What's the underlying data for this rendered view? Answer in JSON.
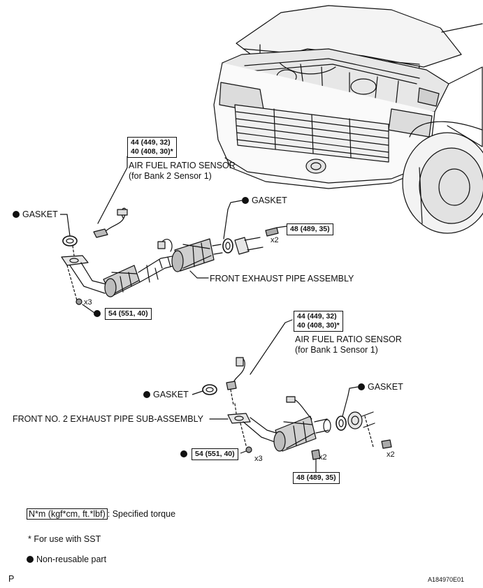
{
  "labels": {
    "af_sensor_bank2_line1": "AIR FUEL RATIO SENSOR",
    "af_sensor_bank2_line2": "(for Bank 2 Sensor 1)",
    "af_sensor_bank1_line1": "AIR FUEL RATIO SENSOR",
    "af_sensor_bank1_line2": "(for Bank 1 Sensor 1)",
    "gasket": "GASKET",
    "front_exhaust_pipe": "FRONT EXHAUST PIPE ASSEMBLY",
    "front_no2_pipe": "FRONT NO. 2 EXHAUST PIPE SUB-ASSEMBLY",
    "x2": "x2",
    "x3": "x3"
  },
  "torques": {
    "sensor_a": "44 (449, 32)",
    "sensor_b": "40 (408, 30)*",
    "flange_48": "48 (489, 35)",
    "nut_54": "54 (551, 40)"
  },
  "legend": {
    "unit_box": "N*m (kgf*cm, ft.*lbf)",
    "unit_desc": ": Specified torque",
    "sst_note": "* For use with SST",
    "non_reusable": "Non-reusable part"
  },
  "footer": {
    "left_mark": "P",
    "figure_id": "A184970E01"
  }
}
